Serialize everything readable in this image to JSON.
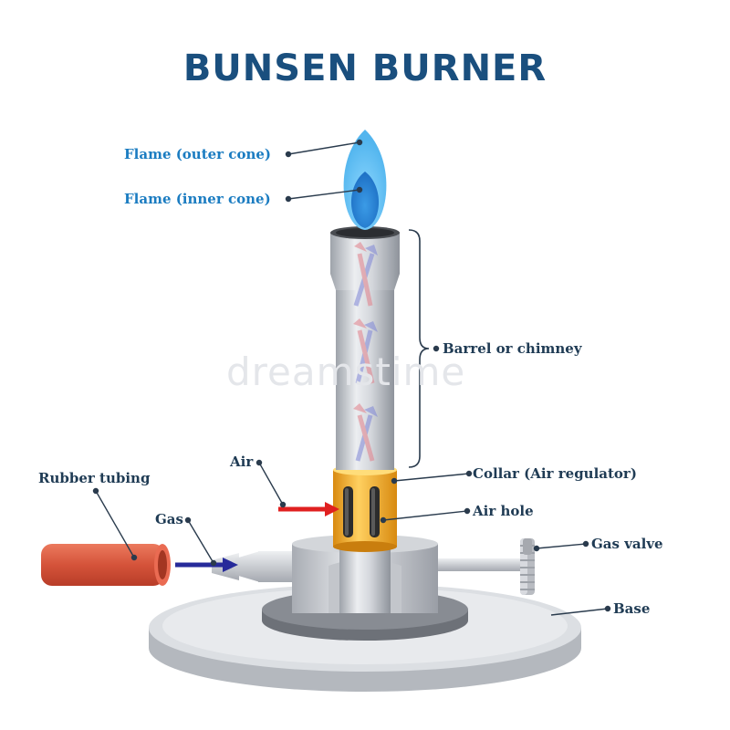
{
  "title": "BUNSEN BURNER",
  "watermark": "dreamstime",
  "labels": {
    "flame_outer": "Flame (outer cone)",
    "flame_inner": "Flame (inner cone)",
    "barrel": "Barrel or chimney",
    "collar": "Collar (Air regulator)",
    "air": "Air",
    "air_hole": "Air hole",
    "rubber_tubing": "Rubber tubing",
    "gas": "Gas",
    "gas_valve": "Gas valve",
    "base": "Base"
  },
  "colors": {
    "title": "#1a4f7e",
    "flame_label": "#1b7cc1",
    "part_label": "#1f3b54",
    "flame_outer": "#6cc6f5",
    "flame_inner": "#2a86d6",
    "collar": "#f2a81e",
    "tubing": "#d7553b",
    "air_arrow": "#e02020",
    "gas_arrow": "#262a9a"
  }
}
